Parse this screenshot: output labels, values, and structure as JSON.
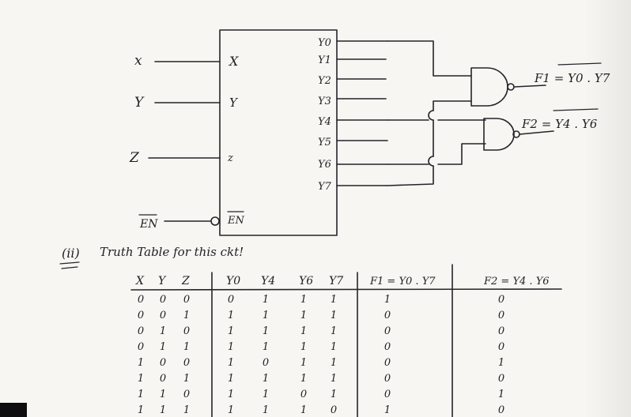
{
  "decoder": {
    "inputs": [
      {
        "outer": "x",
        "inner": "X"
      },
      {
        "outer": "Y",
        "inner": "Y"
      },
      {
        "outer": "Z",
        "inner": "z"
      }
    ],
    "enable": {
      "outer": "EN",
      "inner": "EN"
    },
    "outputs": [
      "Y0",
      "Y1",
      "Y2",
      "Y3",
      "Y4",
      "Y5",
      "Y6",
      "Y7"
    ]
  },
  "gates": [
    {
      "output_label": "F1 = Y0 . Y7"
    },
    {
      "output_label": "F2 = Y4 . Y6"
    }
  ],
  "section": {
    "number": "(ii)",
    "heading": "Truth Table for this ckt!"
  },
  "truth_table": {
    "headers": [
      "X",
      "Y",
      "Z",
      "Y0",
      "Y4",
      "Y6",
      "Y7",
      "F1 = Y0 . Y7",
      "F2 = Y4 . Y6"
    ],
    "rows": [
      [
        "0",
        "0",
        "0",
        "0",
        "1",
        "1",
        "1",
        "1",
        "0"
      ],
      [
        "0",
        "0",
        "1",
        "1",
        "1",
        "1",
        "1",
        "0",
        "0"
      ],
      [
        "0",
        "1",
        "0",
        "1",
        "1",
        "1",
        "1",
        "0",
        "0"
      ],
      [
        "0",
        "1",
        "1",
        "1",
        "1",
        "1",
        "1",
        "0",
        "0"
      ],
      [
        "1",
        "0",
        "0",
        "1",
        "0",
        "1",
        "1",
        "0",
        "1"
      ],
      [
        "1",
        "0",
        "1",
        "1",
        "1",
        "1",
        "1",
        "0",
        "0"
      ],
      [
        "1",
        "1",
        "0",
        "1",
        "1",
        "0",
        "1",
        "0",
        "1"
      ],
      [
        "1",
        "1",
        "1",
        "1",
        "1",
        "1",
        "0",
        "1",
        "0"
      ]
    ]
  }
}
